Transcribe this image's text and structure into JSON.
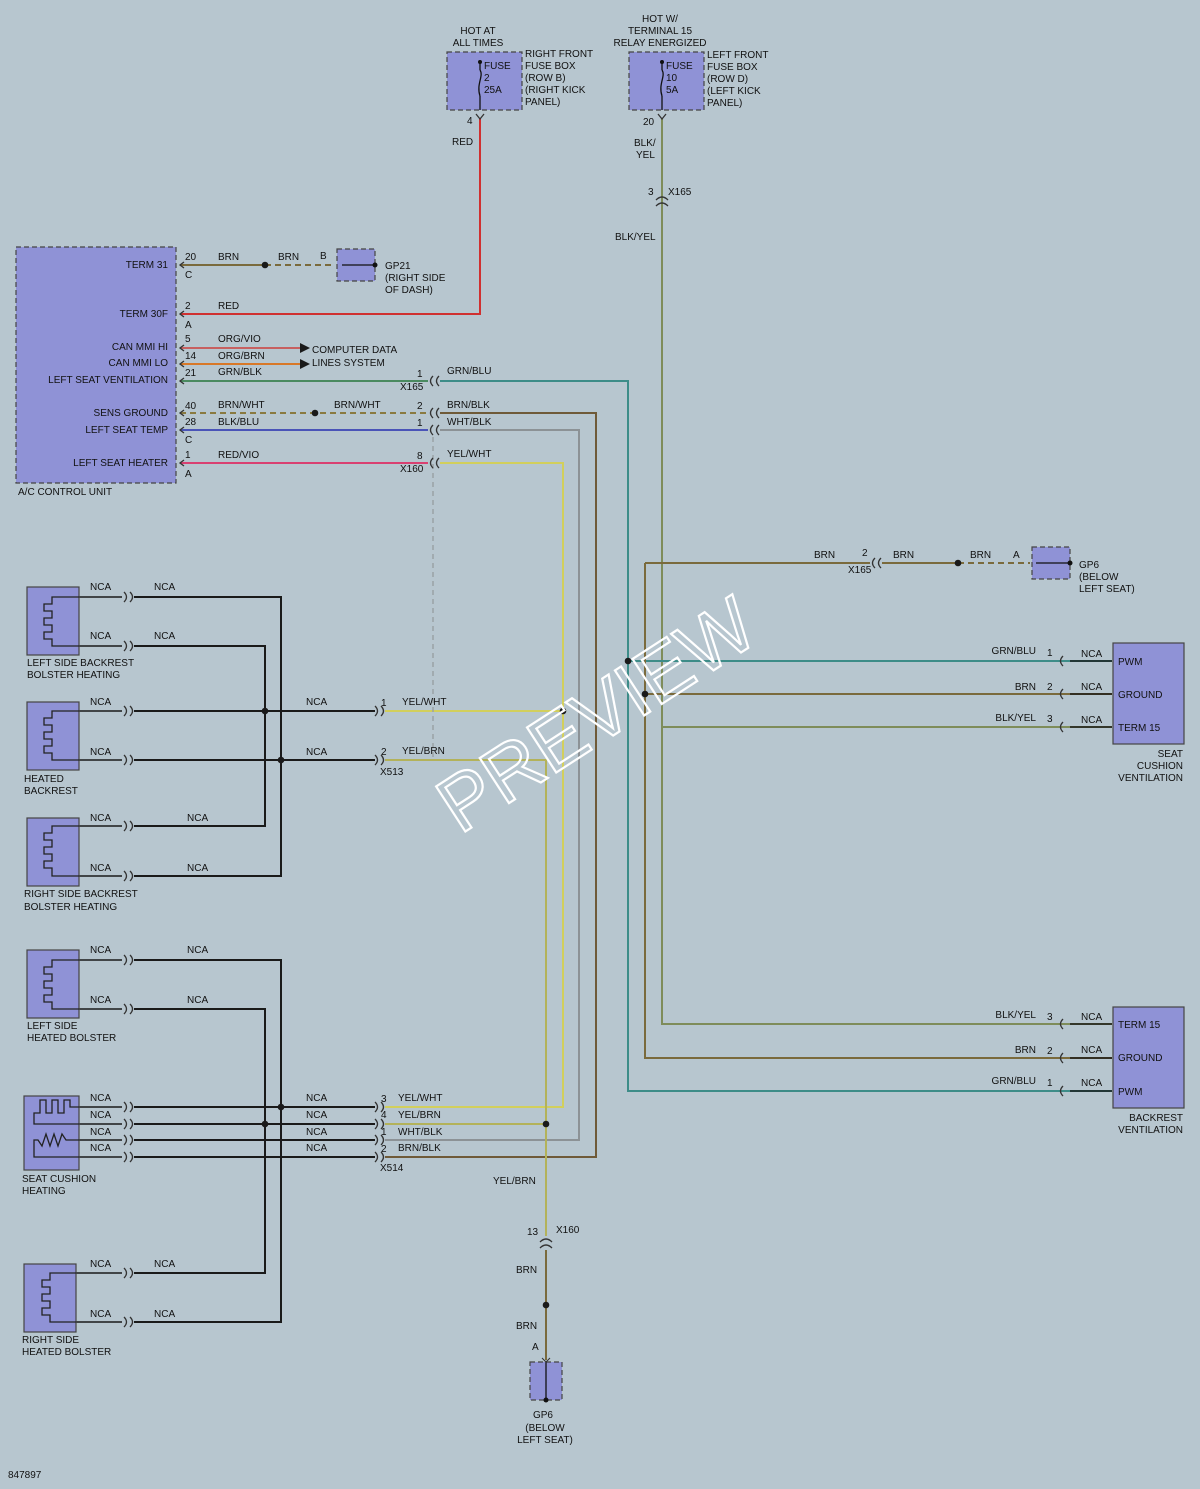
{
  "colors": {
    "background": "#b7c6cf",
    "component": "#8f92d6",
    "red": "#d03030",
    "brown": "#7a6a3c",
    "green_blue": "#3d8c88",
    "yellow": "#d2cf5c",
    "gray": "#8c9296",
    "pink": "#d94071",
    "orange": "#d87828",
    "blue": "#4a54b8",
    "black": "#1a1a1a"
  },
  "fuse_rf": {
    "hot": [
      "HOT AT",
      "ALL TIMES"
    ],
    "fuse": [
      "FUSE",
      "2",
      "25A"
    ],
    "box": [
      "RIGHT FRONT",
      "FUSE BOX",
      "(ROW B)",
      "(RIGHT KICK",
      "PANEL)"
    ],
    "pin": "4",
    "wire": "RED"
  },
  "fuse_lf": {
    "hot": [
      "HOT W/",
      "TERMINAL 15",
      "RELAY ENERGIZED"
    ],
    "fuse": [
      "FUSE",
      "10",
      "5A"
    ],
    "box": [
      "LEFT FRONT",
      "FUSE BOX",
      "(ROW D)",
      "(LEFT KICK",
      "PANEL)"
    ],
    "pin": "20",
    "wire": [
      "BLK/",
      "YEL"
    ]
  },
  "x165_top": {
    "pin": "3",
    "name": "X165",
    "wire": "BLK/YEL"
  },
  "gp21": {
    "label": [
      "GP21",
      "(RIGHT SIDE",
      "OF DASH)"
    ],
    "pin": "B"
  },
  "acu": {
    "name": "A/C CONTROL UNIT",
    "terms": [
      "TERM 31",
      "TERM 30F",
      "CAN MMI HI",
      "CAN MMI LO",
      "LEFT SEAT VENTILATION",
      "SENS GROUND",
      "LEFT SEAT TEMP",
      "LEFT SEAT HEATER"
    ],
    "pins": [
      "20",
      "2",
      "5",
      "14",
      "21",
      "40",
      "28",
      "1"
    ],
    "conns": [
      "C",
      "A",
      "C",
      "A"
    ],
    "wires": [
      "BRN",
      "BRN",
      "RED",
      "ORG/VIO",
      "ORG/BRN",
      "GRN/BLK",
      "BRN/WHT",
      "BRN/WHT",
      "BLK/BLU",
      "RED/VIO"
    ]
  },
  "computer_data": [
    "COMPUTER DATA",
    "LINES SYSTEM"
  ],
  "x165_mid": {
    "pin": "1",
    "name": "X165",
    "wire": "GRN/BLU"
  },
  "x160_mid": {
    "pins": [
      "2",
      "1",
      "8"
    ],
    "name": "X160",
    "wires": [
      "BRN/BLK",
      "WHT/BLK",
      "YEL/WHT"
    ]
  },
  "gp6_right": {
    "pin": "2",
    "conn": "X165",
    "wires": [
      "BRN",
      "BRN",
      "BRN"
    ],
    "a": "A",
    "label": [
      "GP6",
      "(BELOW",
      "LEFT SEAT)"
    ]
  },
  "seat_cushion_vent": {
    "wires": [
      "GRN/BLU",
      "BRN",
      "BLK/YEL"
    ],
    "pins": [
      "1",
      "2",
      "3"
    ],
    "nca": [
      "NCA",
      "NCA",
      "NCA"
    ],
    "terms": [
      "PWM",
      "GROUND",
      "TERM 15"
    ],
    "label": [
      "SEAT",
      "CUSHION",
      "VENTILATION"
    ]
  },
  "backrest_vent": {
    "wires": [
      "BLK/YEL",
      "BRN",
      "GRN/BLU"
    ],
    "pins": [
      "3",
      "2",
      "1"
    ],
    "nca": [
      "NCA",
      "NCA",
      "NCA"
    ],
    "terms": [
      "TERM 15",
      "GROUND",
      "PWM"
    ],
    "label": [
      "BACKREST",
      "VENTILATION"
    ]
  },
  "left_bolster_heating": {
    "label": [
      "LEFT SIDE BACKREST",
      "BOLSTER HEATING"
    ],
    "nca": [
      "NCA",
      "NCA",
      "NCA",
      "NCA"
    ]
  },
  "heated_backrest": {
    "label": [
      "HEATED",
      "BACKREST"
    ],
    "nca": [
      "NCA",
      "NCA"
    ]
  },
  "x513": {
    "nca": [
      "NCA",
      "NCA"
    ],
    "pins": [
      "1",
      "2"
    ],
    "wires": [
      "YEL/WHT",
      "YEL/BRN"
    ],
    "name": "X513"
  },
  "right_bolster_heating": {
    "label": [
      "RIGHT SIDE BACKREST",
      "BOLSTER HEATING"
    ],
    "nca": [
      "NCA",
      "NCA",
      "NCA",
      "NCA"
    ]
  },
  "left_heated_bolster": {
    "label": [
      "LEFT SIDE",
      "HEATED BOLSTER"
    ],
    "nca": [
      "NCA",
      "NCA",
      "NCA",
      "NCA"
    ]
  },
  "seat_cushion_heating": {
    "label": [
      "SEAT CUSHION",
      "HEATING"
    ],
    "nca_left": [
      "NCA",
      "NCA",
      "NCA",
      "NCA"
    ],
    "nca_right": [
      "NCA",
      "NCA",
      "NCA",
      "NCA"
    ]
  },
  "x514": {
    "pins": [
      "3",
      "4",
      "1",
      "2"
    ],
    "wires": [
      "YEL/WHT",
      "YEL/BRN",
      "WHT/BLK",
      "BRN/BLK"
    ],
    "name": "X514"
  },
  "x160_bottom": {
    "wire": "YEL/BRN",
    "pin": "13",
    "name": "X160",
    "wires": [
      "BRN",
      "BRN"
    ],
    "a": "A"
  },
  "gp6_bottom": {
    "label": [
      "GP6",
      "(BELOW",
      "LEFT SEAT)"
    ]
  },
  "right_heated_bolster": {
    "label": [
      "RIGHT SIDE",
      "HEATED BOLSTER"
    ],
    "nca": [
      "NCA",
      "NCA",
      "NCA",
      "NCA"
    ]
  },
  "figure_id": "847897",
  "watermark": "PREVIEW"
}
